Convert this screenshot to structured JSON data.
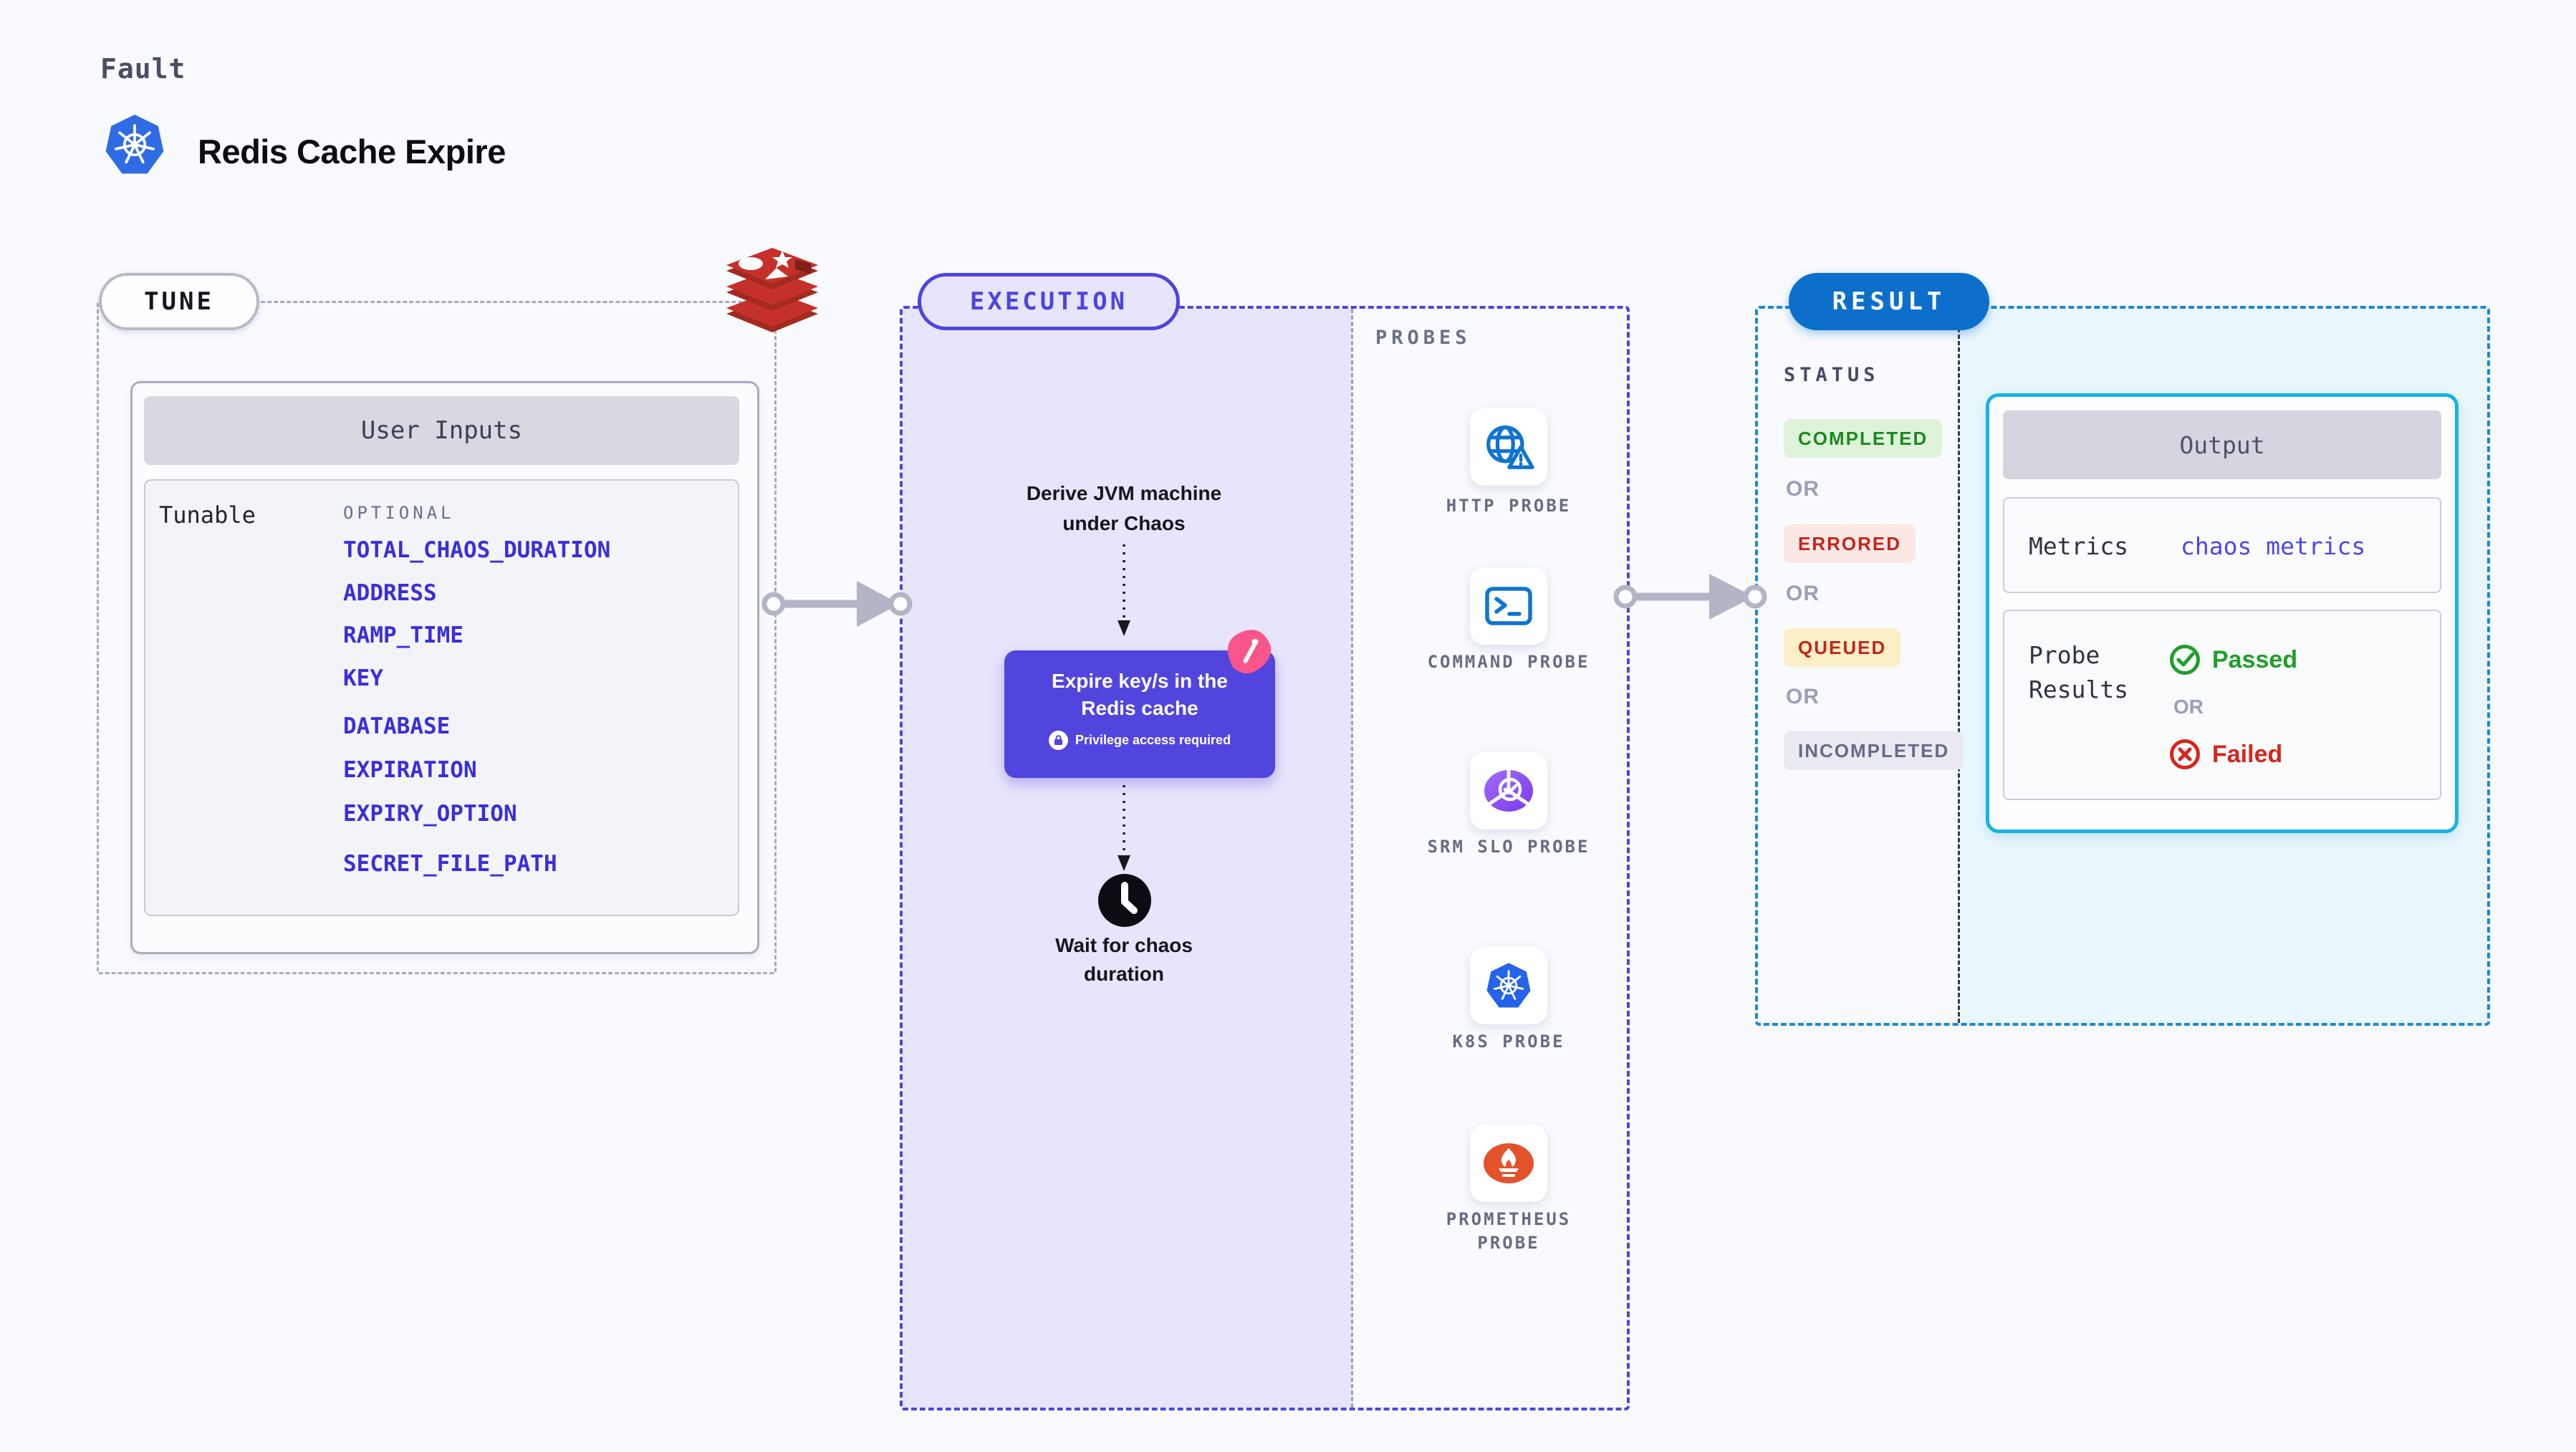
{
  "header": {
    "kicker": "Fault",
    "title": "Redis Cache Expire"
  },
  "tune": {
    "pill": "TUNE",
    "card_title": "User Inputs",
    "row_label": "Tunable",
    "group_label": "OPTIONAL",
    "params": [
      "TOTAL_CHAOS_DURATION",
      "ADDRESS",
      "RAMP_TIME",
      "KEY",
      "DATABASE",
      "EXPIRATION",
      "EXPIRY_OPTION",
      "SECRET_FILE_PATH"
    ]
  },
  "execution": {
    "pill": "EXECUTION",
    "derive_label": "Derive JVM machine under Chaos",
    "action": {
      "title": "Expire key/s in the Redis cache",
      "badge": "Privilege access required"
    },
    "wait_label": "Wait for chaos duration"
  },
  "probes": {
    "label": "PROBES",
    "items": [
      {
        "label": "HTTP PROBE",
        "icon": "globe-alert-icon"
      },
      {
        "label": "COMMAND PROBE",
        "icon": "terminal-icon"
      },
      {
        "label": "SRM SLO PROBE",
        "icon": "slo-donut-check-icon"
      },
      {
        "label": "K8S PROBE",
        "icon": "kubernetes-icon"
      },
      {
        "label": "PROMETHEUS PROBE",
        "icon": "prometheus-flame-icon"
      }
    ]
  },
  "result": {
    "pill": "RESULT",
    "status_label": "STATUS",
    "or_label": "OR",
    "statuses": [
      {
        "label": "COMPLETED",
        "color": "#1B8A1E",
        "bg": "#DFF3DB"
      },
      {
        "label": "ERRORED",
        "color": "#C3251C",
        "bg": "#FBE8E5"
      },
      {
        "label": "QUEUED",
        "color": "#C3251C",
        "bg": "#FBEFC7"
      },
      {
        "label": "INCOMPLETED",
        "color": "#656A87",
        "bg": "#E9EAF1"
      }
    ],
    "output": {
      "title": "Output",
      "metrics_label": "Metrics",
      "metrics_value": "chaos metrics",
      "probe_results_label": "Probe Results",
      "passed_label": "Passed",
      "or_label": "OR",
      "failed_label": "Failed"
    }
  },
  "colors": {
    "page_bg": "#F8FAFD",
    "param_link": "#3A2EDC",
    "execution_accent": "#4C45DF",
    "execution_fill": "#E7E5FB",
    "action_purple": "#5145DD",
    "action_badge_pink": "#F9558A",
    "result_blue": "#0B6FCB",
    "result_dashed": "#1989DC",
    "output_border_cyan": "#16B3E5",
    "output_fill": "#E9F6FC",
    "success_green": "#1B8A1E",
    "error_red": "#C3251C",
    "arrow_gray": "#B3B5C6"
  }
}
